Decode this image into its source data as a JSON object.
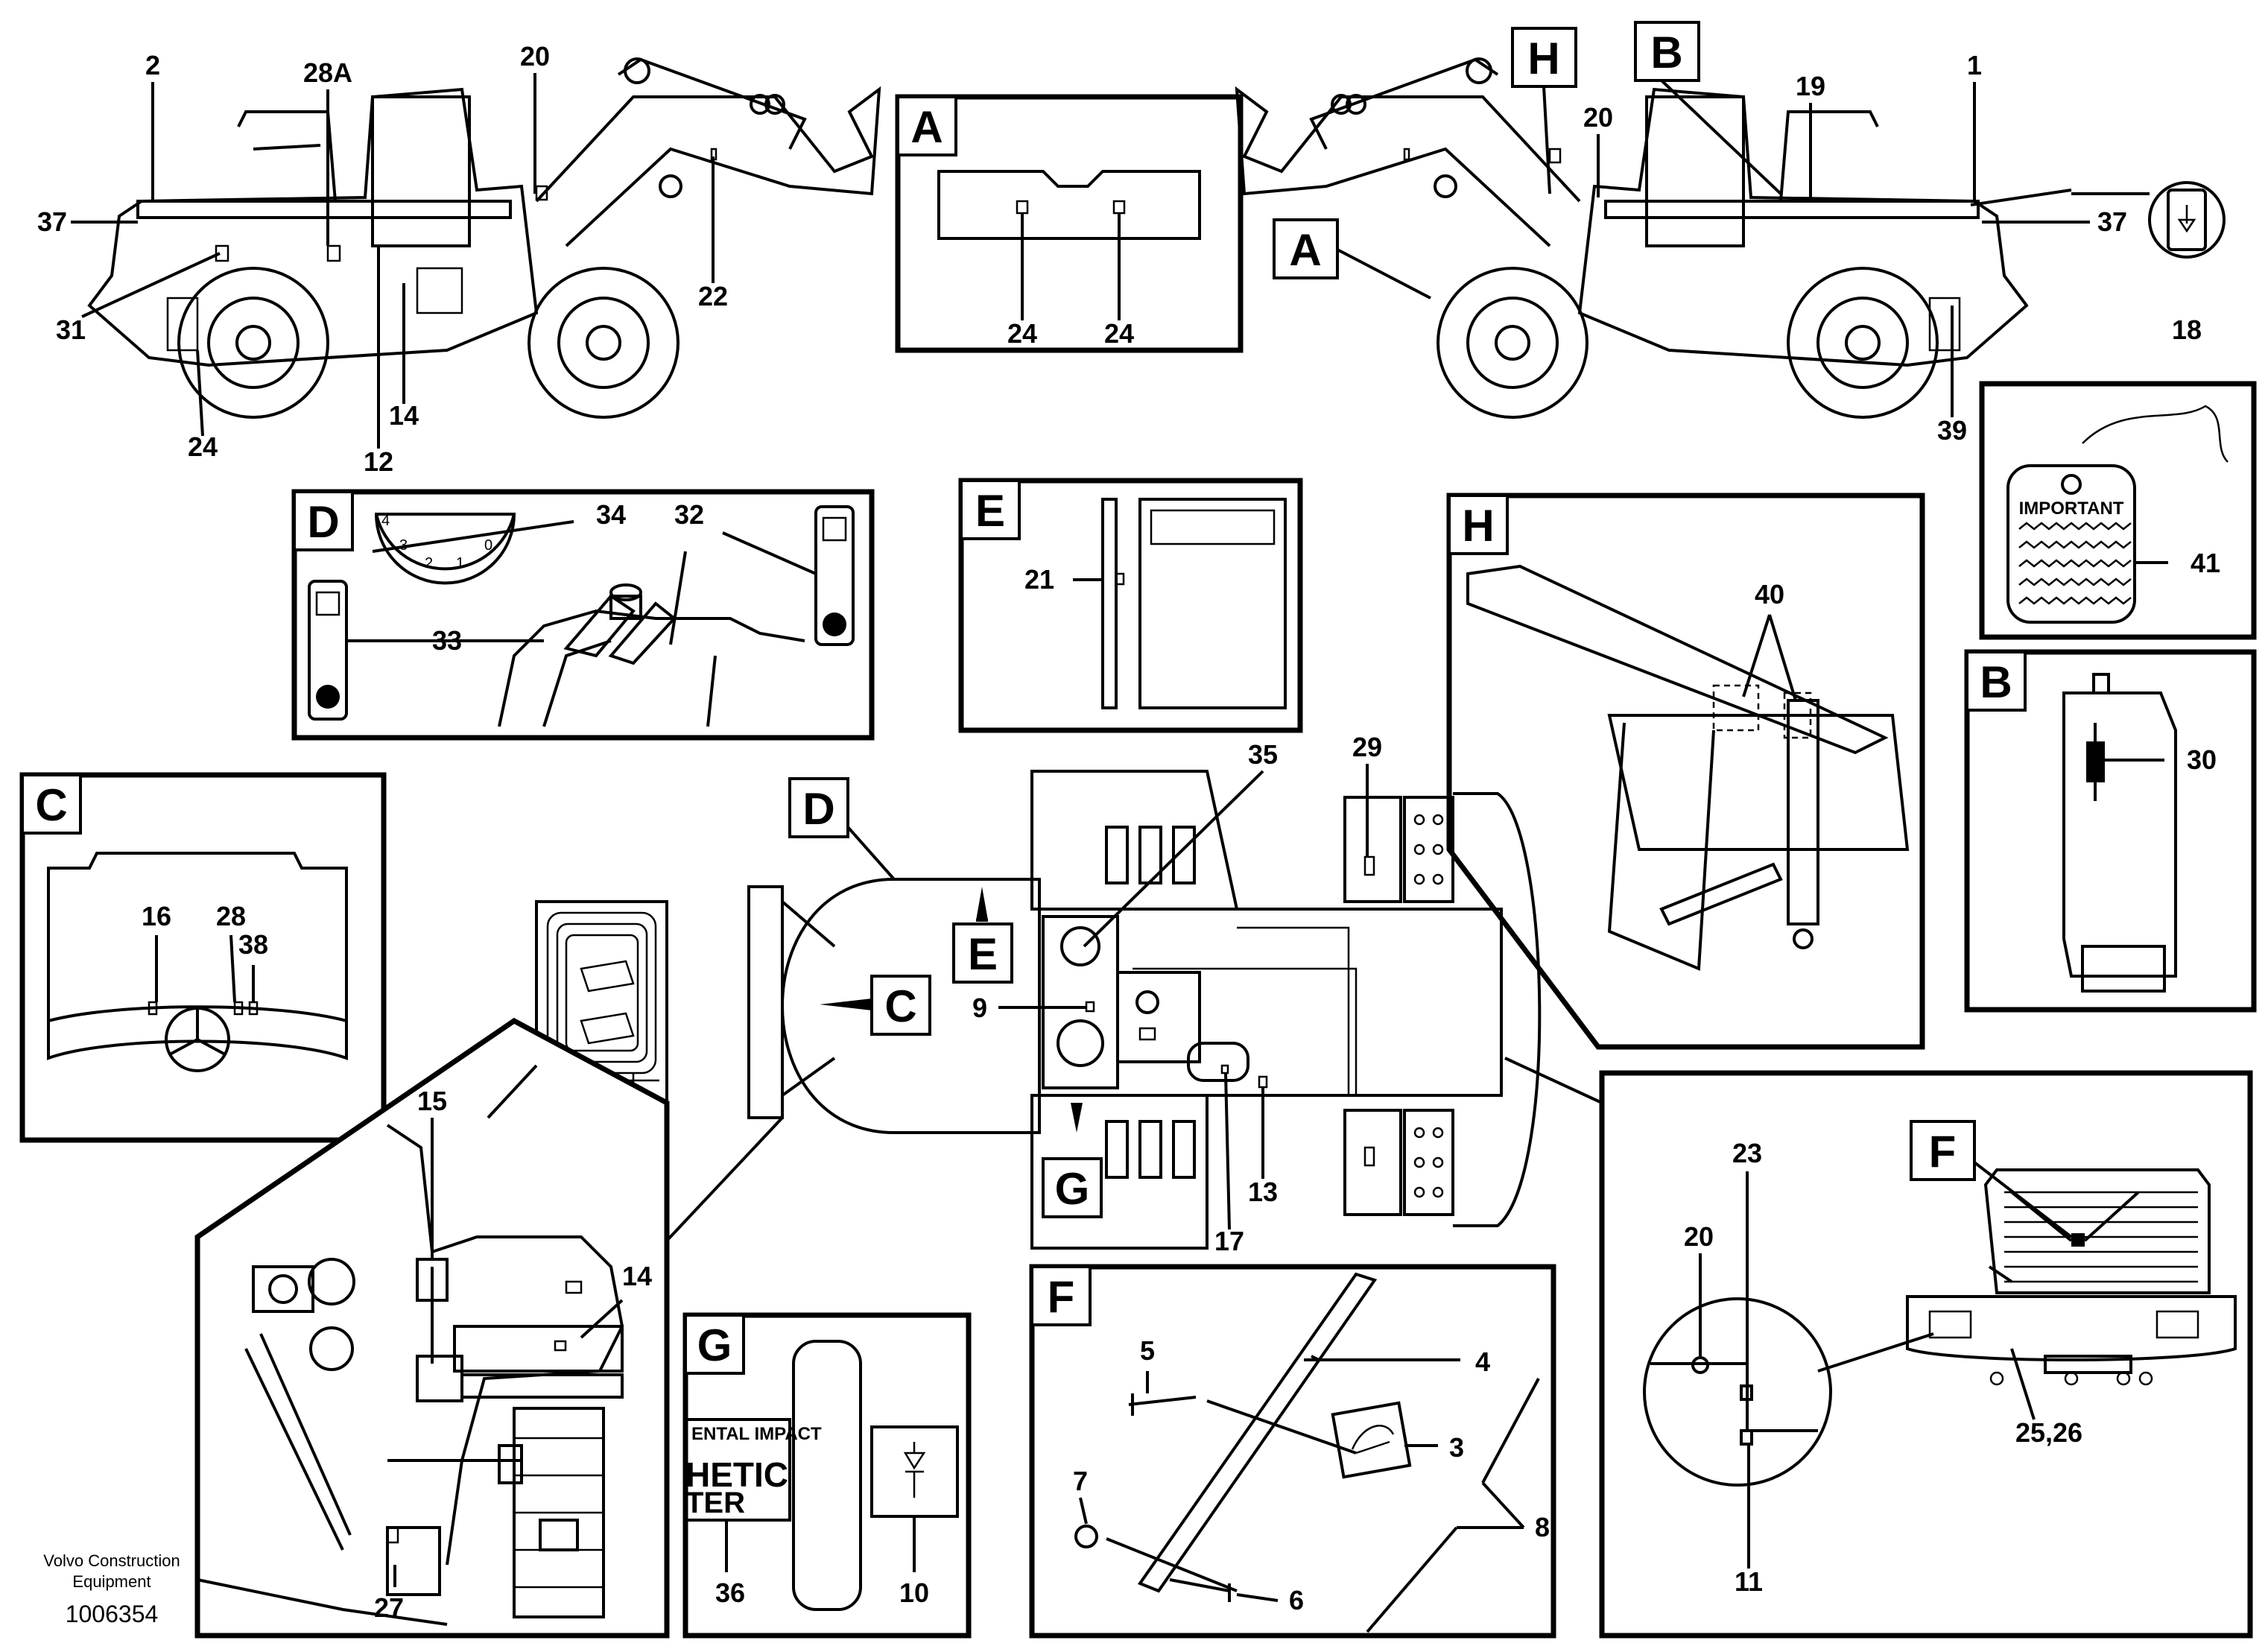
{
  "footer": {
    "company_line1": "Volvo Construction",
    "company_line2": "Equipment",
    "drawing_number": "1006354"
  },
  "decal_texts": {
    "important": "IMPORTANT",
    "impact": "ENTAL IMPACT",
    "hetic": "HETIC",
    "ter": "TER"
  },
  "gauge_ticks": [
    "4",
    "3",
    "2",
    "1",
    "0"
  ],
  "letters": {
    "A": "A",
    "B": "B",
    "C": "C",
    "D": "D",
    "E": "E",
    "F": "F",
    "G": "G",
    "H": "H"
  },
  "callouts": {
    "n1": "1",
    "n2": "2",
    "n3": "3",
    "n4": "4",
    "n5": "5",
    "n6": "6",
    "n7": "7",
    "n8": "8",
    "n9": "9",
    "n10": "10",
    "n11": "11",
    "n12": "12",
    "n13": "13",
    "n14": "14",
    "n15": "15",
    "n16": "16",
    "n17": "17",
    "n18": "18",
    "n19": "19",
    "n20": "20",
    "n21": "21",
    "n22": "22",
    "n23": "23",
    "n24": "24",
    "n25_26": "25,26",
    "n27": "27",
    "n28": "28",
    "n28a": "28A",
    "n29": "29",
    "n30": "30",
    "n31": "31",
    "n32": "32",
    "n33": "33",
    "n34": "34",
    "n35": "35",
    "n36": "36",
    "n37": "37",
    "n38": "38",
    "n39": "39",
    "n40": "40",
    "n41": "41"
  }
}
